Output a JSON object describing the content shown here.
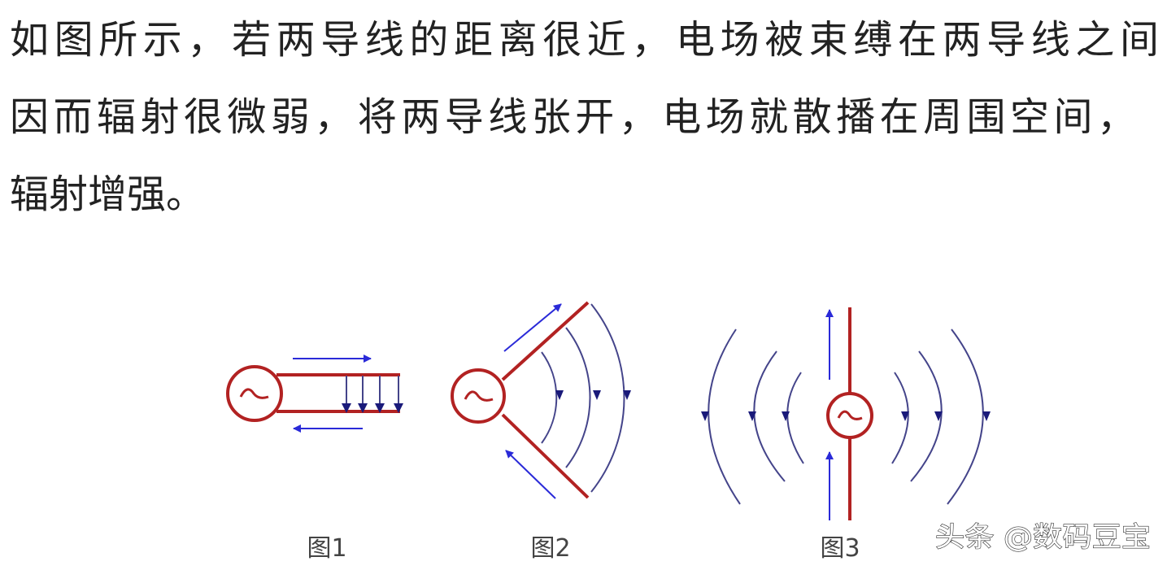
{
  "paragraph": {
    "line1": "如图所示，若两导线的距离很近，电场被束缚在两导线之间",
    "line2": "因而辐射很微弱，将两导线张开，电场就散播在周围空间，",
    "line3": "辐射增强。"
  },
  "figures": [
    {
      "caption": "图1"
    },
    {
      "caption": "图2"
    },
    {
      "caption": "图3"
    }
  ],
  "watermark": "头条 @数码豆宝",
  "colors": {
    "wire": "#b22222",
    "current_arrow": "#2a2ad8",
    "field_line": "#44448a"
  }
}
